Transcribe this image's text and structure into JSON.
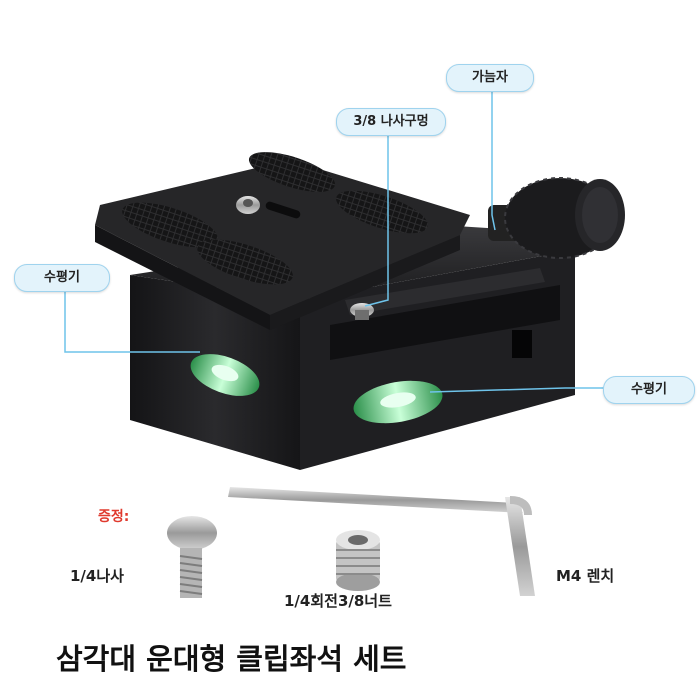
{
  "callouts": {
    "tension_knob": "가늠자",
    "screw_hole": "3/8 나사구멍",
    "level_left": "수평기",
    "level_right": "수평기"
  },
  "accessories": {
    "gift_label": "증정:",
    "screw": "1/4나사",
    "adapter": "1/4회전3/8너트",
    "wrench": "M4 렌치"
  },
  "title": "삼각대 운대형 클립좌석 세트",
  "colors": {
    "callout_fill": "#e3f3fb",
    "leader_line": "#6ec3ea",
    "gift_text": "#e03a2e",
    "clamp_body": "#1e1e20"
  }
}
